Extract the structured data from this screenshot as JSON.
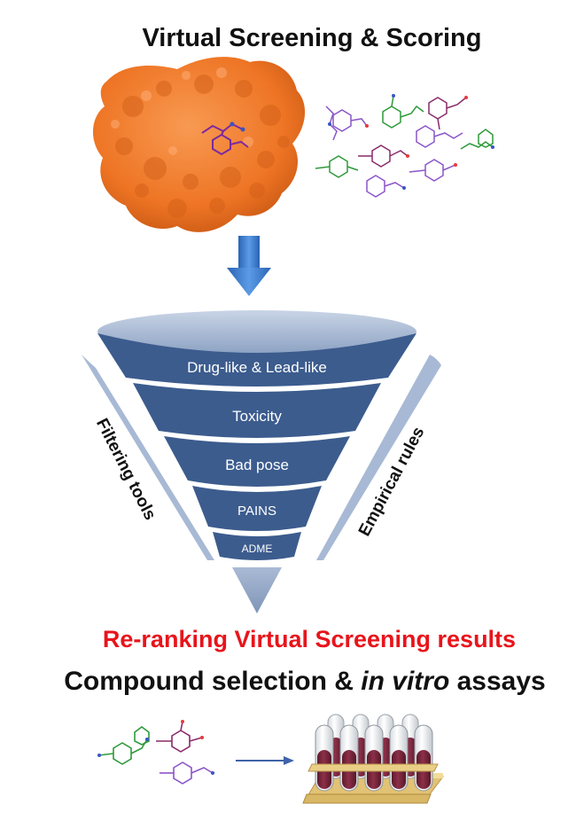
{
  "title": "Virtual Screening & Scoring",
  "funnel": {
    "stages": [
      "Drug-like & Lead-like",
      "Toxicity",
      "Bad pose",
      "PAINS",
      "ADME"
    ]
  },
  "side_labels": {
    "left": "Filtering tools",
    "right": "Empirical rules"
  },
  "result_line": "Re-ranking Virtual Screening results",
  "assay_line": {
    "prefix": "Compound selection & ",
    "italic": "in vitro",
    "suffix": " assays"
  },
  "icons": [
    "protein-surface-icon",
    "ligand-molecule-icon",
    "down-arrow-icon",
    "funnel-icon",
    "test-tube-rack-icon",
    "right-arrow-icon"
  ],
  "colors": {
    "protein": "#f0792a",
    "funnel_dark": "#3c5c8e",
    "funnel_light": "#9fb2cf",
    "arrow_blue": "#2f6fc2",
    "red_text": "#e8141b",
    "tube_liquid": "#7a2438",
    "rack": "#e9cf86"
  }
}
